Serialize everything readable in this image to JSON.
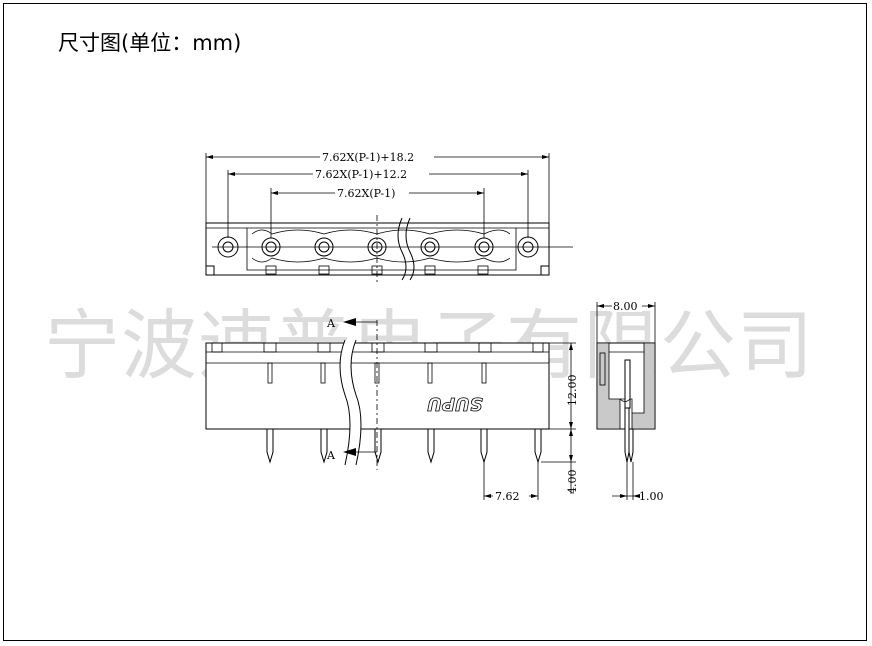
{
  "title": "尺寸图(单位：mm)",
  "watermark": "宁波速普电子有限公司",
  "brand_mark": "SUPU",
  "dimensions": {
    "overall": "7.62X(P-1)+18.2",
    "middle": "7.62X(P-1)+12.2",
    "pitch_total": "7.62X(P-1)",
    "height": "12.00",
    "pin_length": "4.00",
    "pitch": "7.62",
    "width": "8.00",
    "pin_offset": "1.00"
  },
  "section_labels": {
    "top": "A",
    "bottom": "A"
  }
}
